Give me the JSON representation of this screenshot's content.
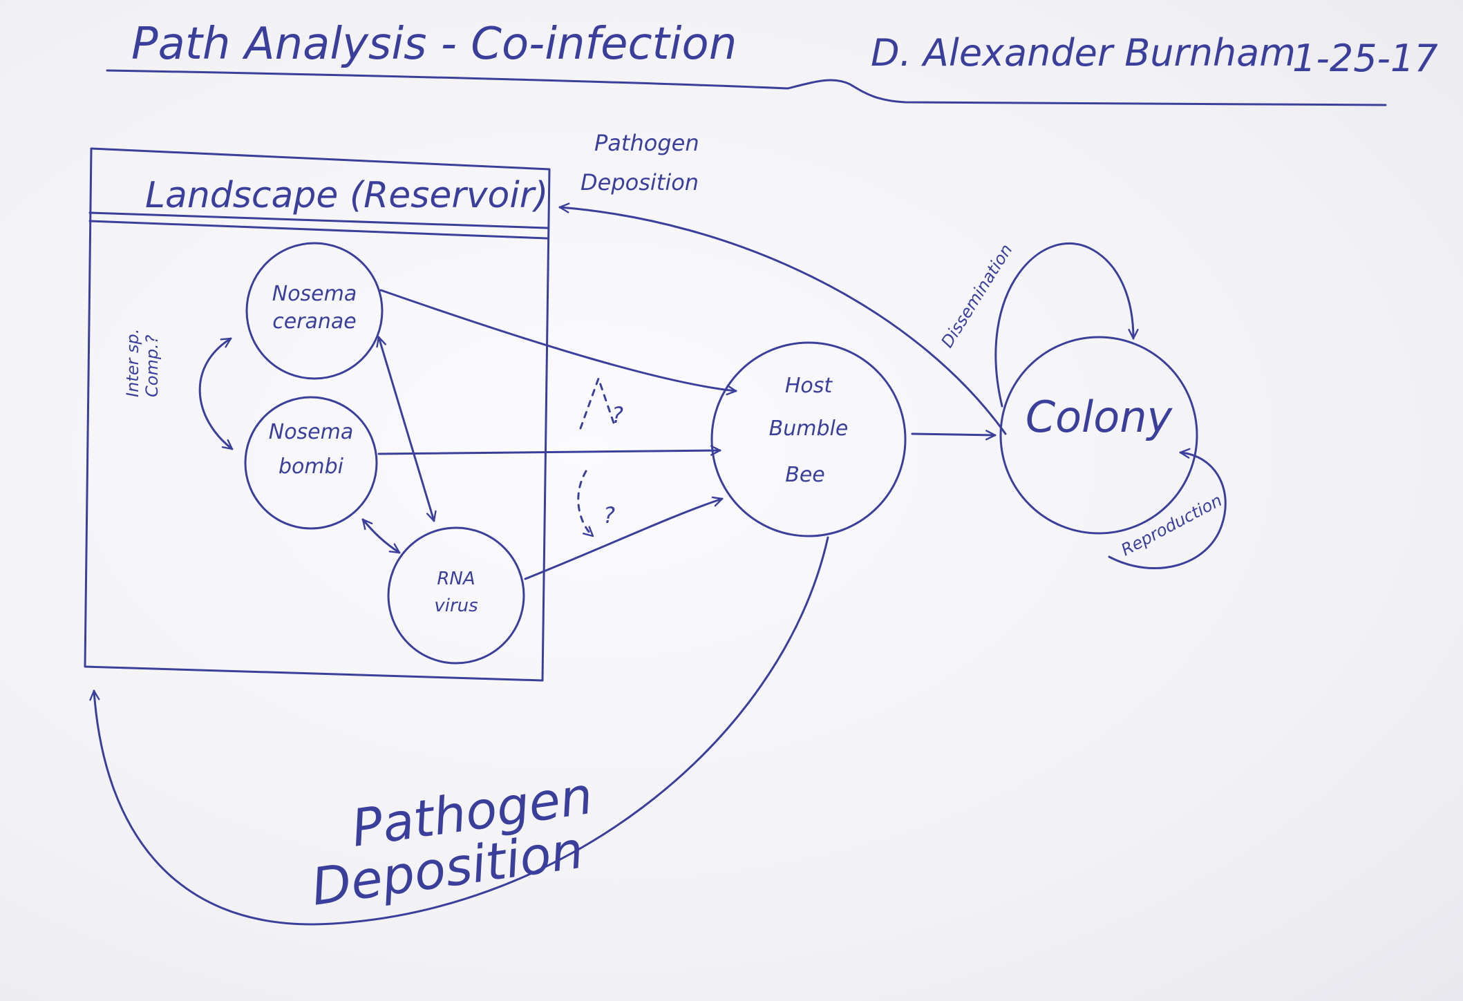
{
  "header": {
    "title": "Path Analysis - Co-infection",
    "author": "D. Alexander Burnham",
    "date": "1-25-17"
  },
  "reservoir": {
    "label": "Landscape (Reservoir)"
  },
  "nodes": {
    "pathogen_a": [
      "Nosema",
      "ceranae"
    ],
    "pathogen_b": [
      "Nosema",
      "bombi"
    ],
    "pathogen_c": [
      "RNA",
      "virus"
    ],
    "host": [
      "Host",
      "Bumble",
      "Bee"
    ],
    "colony": "Colony"
  },
  "edges": {
    "deposition_top": [
      "Pathogen",
      "Deposition"
    ],
    "deposition_bottom": [
      "Pathogen",
      "Deposition"
    ],
    "dissemination": "Dissemination",
    "reproduction": "Reproduction",
    "competition": [
      "Inter sp.",
      "Comp.?"
    ],
    "question_1": "?",
    "question_2": "?"
  },
  "colors": {
    "ink": "#3b3f9c",
    "paper": "#f3f3f5"
  }
}
